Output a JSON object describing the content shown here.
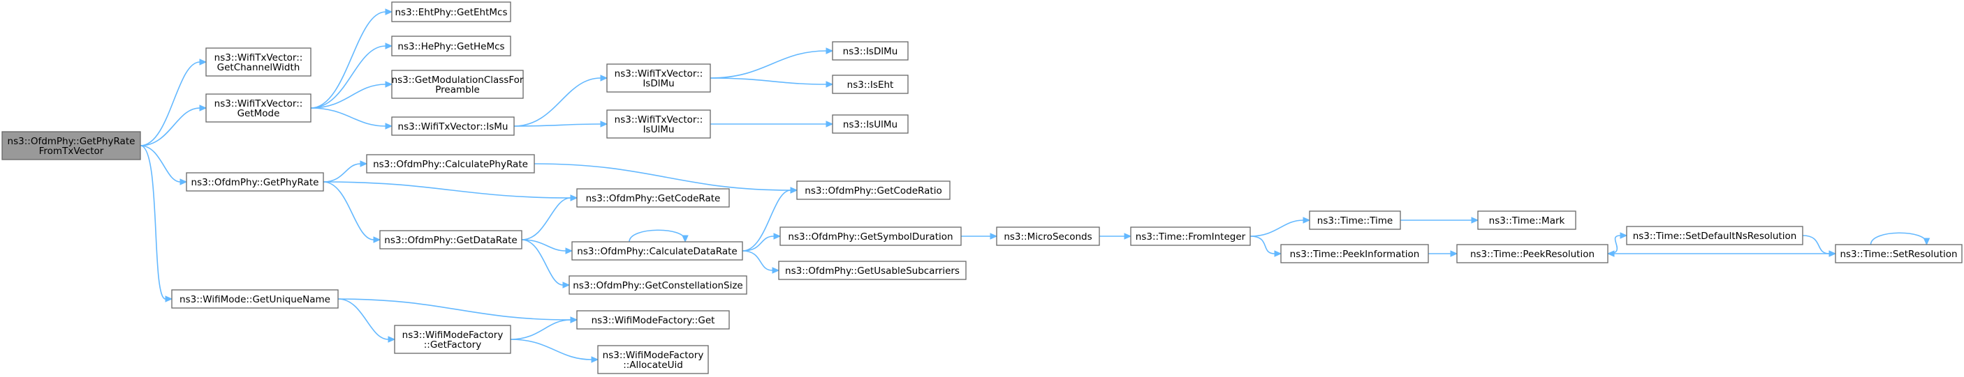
{
  "graph": {
    "root_node": "ns3::OfdmPhy::GetPhyRateFromTxVector",
    "colors": {
      "edge": "#63b8ff",
      "root_fill": "#999999",
      "node_fill": "#ffffff",
      "node_border": "#666666"
    },
    "nodes": [
      {
        "id": "n_root",
        "lines": [
          "ns3::OfdmPhy::GetPhyRate",
          "FromTxVector"
        ]
      },
      {
        "id": "n_getchannelwidth",
        "lines": [
          "ns3::WifiTxVector::",
          "GetChannelWidth"
        ]
      },
      {
        "id": "n_getmode",
        "lines": [
          "ns3::WifiTxVector::",
          "GetMode"
        ]
      },
      {
        "id": "n_getehtmcs",
        "lines": [
          "ns3::EhtPhy::GetEhtMcs"
        ]
      },
      {
        "id": "n_gethemcs",
        "lines": [
          "ns3::HePhy::GetHeMcs"
        ]
      },
      {
        "id": "n_getmodclass",
        "lines": [
          "ns3::GetModulationClassFor",
          "Preamble"
        ]
      },
      {
        "id": "n_ismu",
        "lines": [
          "ns3::WifiTxVector::IsMu"
        ]
      },
      {
        "id": "n_isdlmu_tx",
        "lines": [
          "ns3::WifiTxVector::",
          "IsDlMu"
        ]
      },
      {
        "id": "n_isulmu_tx",
        "lines": [
          "ns3::WifiTxVector::",
          "IsUlMu"
        ]
      },
      {
        "id": "n_isdlmu",
        "lines": [
          "ns3::IsDlMu"
        ]
      },
      {
        "id": "n_iseht",
        "lines": [
          "ns3::IsEht"
        ]
      },
      {
        "id": "n_isulmu",
        "lines": [
          "ns3::IsUlMu"
        ]
      },
      {
        "id": "n_getphyrate",
        "lines": [
          "ns3::OfdmPhy::GetPhyRate"
        ]
      },
      {
        "id": "n_calcphyrate",
        "lines": [
          "ns3::OfdmPhy::CalculatePhyRate"
        ]
      },
      {
        "id": "n_getcoderate",
        "lines": [
          "ns3::OfdmPhy::GetCodeRate"
        ]
      },
      {
        "id": "n_getcoderatio",
        "lines": [
          "ns3::OfdmPhy::GetCodeRatio"
        ]
      },
      {
        "id": "n_getdatarate",
        "lines": [
          "ns3::OfdmPhy::GetDataRate"
        ]
      },
      {
        "id": "n_calcdatarate",
        "lines": [
          "ns3::OfdmPhy::CalculateDataRate"
        ]
      },
      {
        "id": "n_getconstsize",
        "lines": [
          "ns3::OfdmPhy::GetConstellationSize"
        ]
      },
      {
        "id": "n_getsymdur",
        "lines": [
          "ns3::OfdmPhy::GetSymbolDuration"
        ]
      },
      {
        "id": "n_getusable",
        "lines": [
          "ns3::OfdmPhy::GetUsableSubcarriers"
        ]
      },
      {
        "id": "n_microseconds",
        "lines": [
          "ns3::MicroSeconds"
        ]
      },
      {
        "id": "n_frominteger",
        "lines": [
          "ns3::Time::FromInteger"
        ]
      },
      {
        "id": "n_time",
        "lines": [
          "ns3::Time::Time"
        ]
      },
      {
        "id": "n_mark",
        "lines": [
          "ns3::Time::Mark"
        ]
      },
      {
        "id": "n_peekinfo",
        "lines": [
          "ns3::Time::PeekInformation"
        ]
      },
      {
        "id": "n_peekres",
        "lines": [
          "ns3::Time::PeekResolution"
        ]
      },
      {
        "id": "n_setdefaultres",
        "lines": [
          "ns3::Time::SetDefaultNsResolution"
        ]
      },
      {
        "id": "n_setres",
        "lines": [
          "ns3::Time::SetResolution"
        ]
      },
      {
        "id": "n_getuniquename",
        "lines": [
          "ns3::WifiMode::GetUniqueName"
        ]
      },
      {
        "id": "n_factoryget",
        "lines": [
          "ns3::WifiModeFactory::Get"
        ]
      },
      {
        "id": "n_getfactory",
        "lines": [
          "ns3::WifiModeFactory",
          "::GetFactory"
        ]
      },
      {
        "id": "n_allocuid",
        "lines": [
          "ns3::WifiModeFactory",
          "::AllocateUid"
        ]
      }
    ],
    "edges": [
      {
        "from": "n_root",
        "to": "n_getchannelwidth"
      },
      {
        "from": "n_root",
        "to": "n_getmode"
      },
      {
        "from": "n_root",
        "to": "n_getphyrate"
      },
      {
        "from": "n_root",
        "to": "n_getuniquename"
      },
      {
        "from": "n_getmode",
        "to": "n_getehtmcs"
      },
      {
        "from": "n_getmode",
        "to": "n_gethemcs"
      },
      {
        "from": "n_getmode",
        "to": "n_getmodclass"
      },
      {
        "from": "n_getmode",
        "to": "n_ismu"
      },
      {
        "from": "n_ismu",
        "to": "n_isdlmu_tx"
      },
      {
        "from": "n_ismu",
        "to": "n_isulmu_tx"
      },
      {
        "from": "n_isdlmu_tx",
        "to": "n_isdlmu"
      },
      {
        "from": "n_isdlmu_tx",
        "to": "n_iseht"
      },
      {
        "from": "n_isulmu_tx",
        "to": "n_isulmu"
      },
      {
        "from": "n_getphyrate",
        "to": "n_calcphyrate"
      },
      {
        "from": "n_getphyrate",
        "to": "n_getcoderate"
      },
      {
        "from": "n_getphyrate",
        "to": "n_getdatarate"
      },
      {
        "from": "n_calcphyrate",
        "to": "n_getcoderatio"
      },
      {
        "from": "n_getdatarate",
        "to": "n_getcoderate"
      },
      {
        "from": "n_getdatarate",
        "to": "n_calcdatarate"
      },
      {
        "from": "n_getdatarate",
        "to": "n_getconstsize"
      },
      {
        "from": "n_calcdatarate",
        "to": "n_calcdatarate"
      },
      {
        "from": "n_calcdatarate",
        "to": "n_getcoderatio"
      },
      {
        "from": "n_calcdatarate",
        "to": "n_getsymdur"
      },
      {
        "from": "n_calcdatarate",
        "to": "n_getusable"
      },
      {
        "from": "n_getsymdur",
        "to": "n_microseconds"
      },
      {
        "from": "n_microseconds",
        "to": "n_frominteger"
      },
      {
        "from": "n_frominteger",
        "to": "n_time"
      },
      {
        "from": "n_frominteger",
        "to": "n_peekinfo"
      },
      {
        "from": "n_time",
        "to": "n_mark"
      },
      {
        "from": "n_peekinfo",
        "to": "n_peekres"
      },
      {
        "from": "n_peekres",
        "to": "n_setdefaultres"
      },
      {
        "from": "n_setdefaultres",
        "to": "n_setres"
      },
      {
        "from": "n_setres",
        "to": "n_peekres"
      },
      {
        "from": "n_setres",
        "to": "n_setres"
      },
      {
        "from": "n_getuniquename",
        "to": "n_factoryget"
      },
      {
        "from": "n_getuniquename",
        "to": "n_getfactory"
      },
      {
        "from": "n_getfactory",
        "to": "n_factoryget"
      },
      {
        "from": "n_getfactory",
        "to": "n_allocuid"
      }
    ]
  }
}
